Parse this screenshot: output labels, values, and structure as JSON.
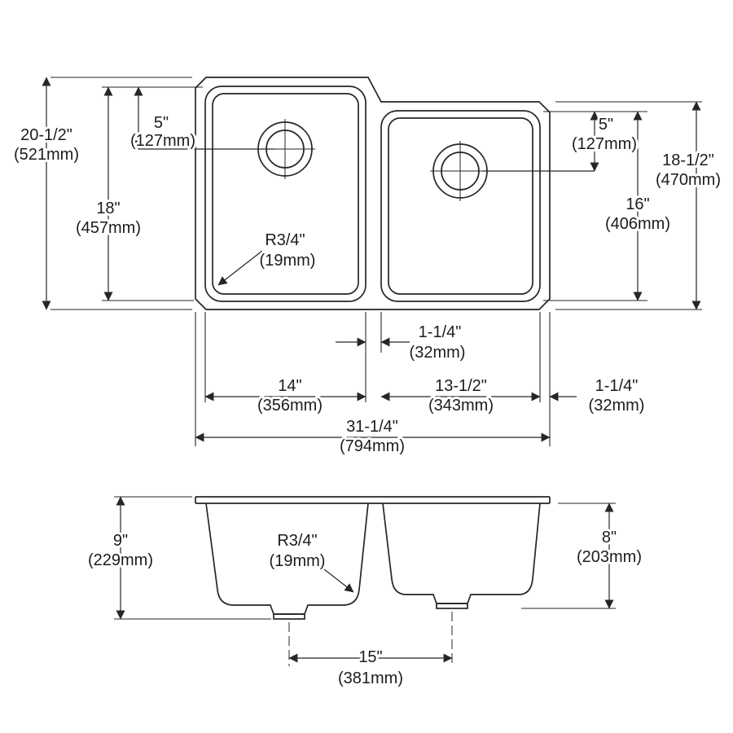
{
  "top": {
    "overall_h": {
      "in": "20-1/2\"",
      "mm": "(521mm)"
    },
    "bowl1_h": {
      "in": "18\"",
      "mm": "(457mm)"
    },
    "drain1_off": {
      "in": "5\"",
      "mm": "(127mm)"
    },
    "radius": {
      "in": "R3/4\"",
      "mm": "(19mm)"
    },
    "right_h": {
      "in": "18-1/2\"",
      "mm": "(470mm)"
    },
    "bowl2_h": {
      "in": "16\"",
      "mm": "(406mm)"
    },
    "drain2_off": {
      "in": "5\"",
      "mm": "(127mm)"
    },
    "gap": {
      "in": "1-1/4\"",
      "mm": "(32mm)"
    },
    "bowl1_w": {
      "in": "14\"",
      "mm": "(356mm)"
    },
    "bowl2_w": {
      "in": "13-1/2\"",
      "mm": "(343mm)"
    },
    "rim_r": {
      "in": "1-1/4\"",
      "mm": "(32mm)"
    },
    "overall_w": {
      "in": "31-1/4\"",
      "mm": "(794mm)"
    }
  },
  "side": {
    "depth1": {
      "in": "9\"",
      "mm": "(229mm)"
    },
    "depth2": {
      "in": "8\"",
      "mm": "(203mm)"
    },
    "radius": {
      "in": "R3/4\"",
      "mm": "(19mm)"
    },
    "drain_span": {
      "in": "15\"",
      "mm": "(381mm)"
    }
  }
}
